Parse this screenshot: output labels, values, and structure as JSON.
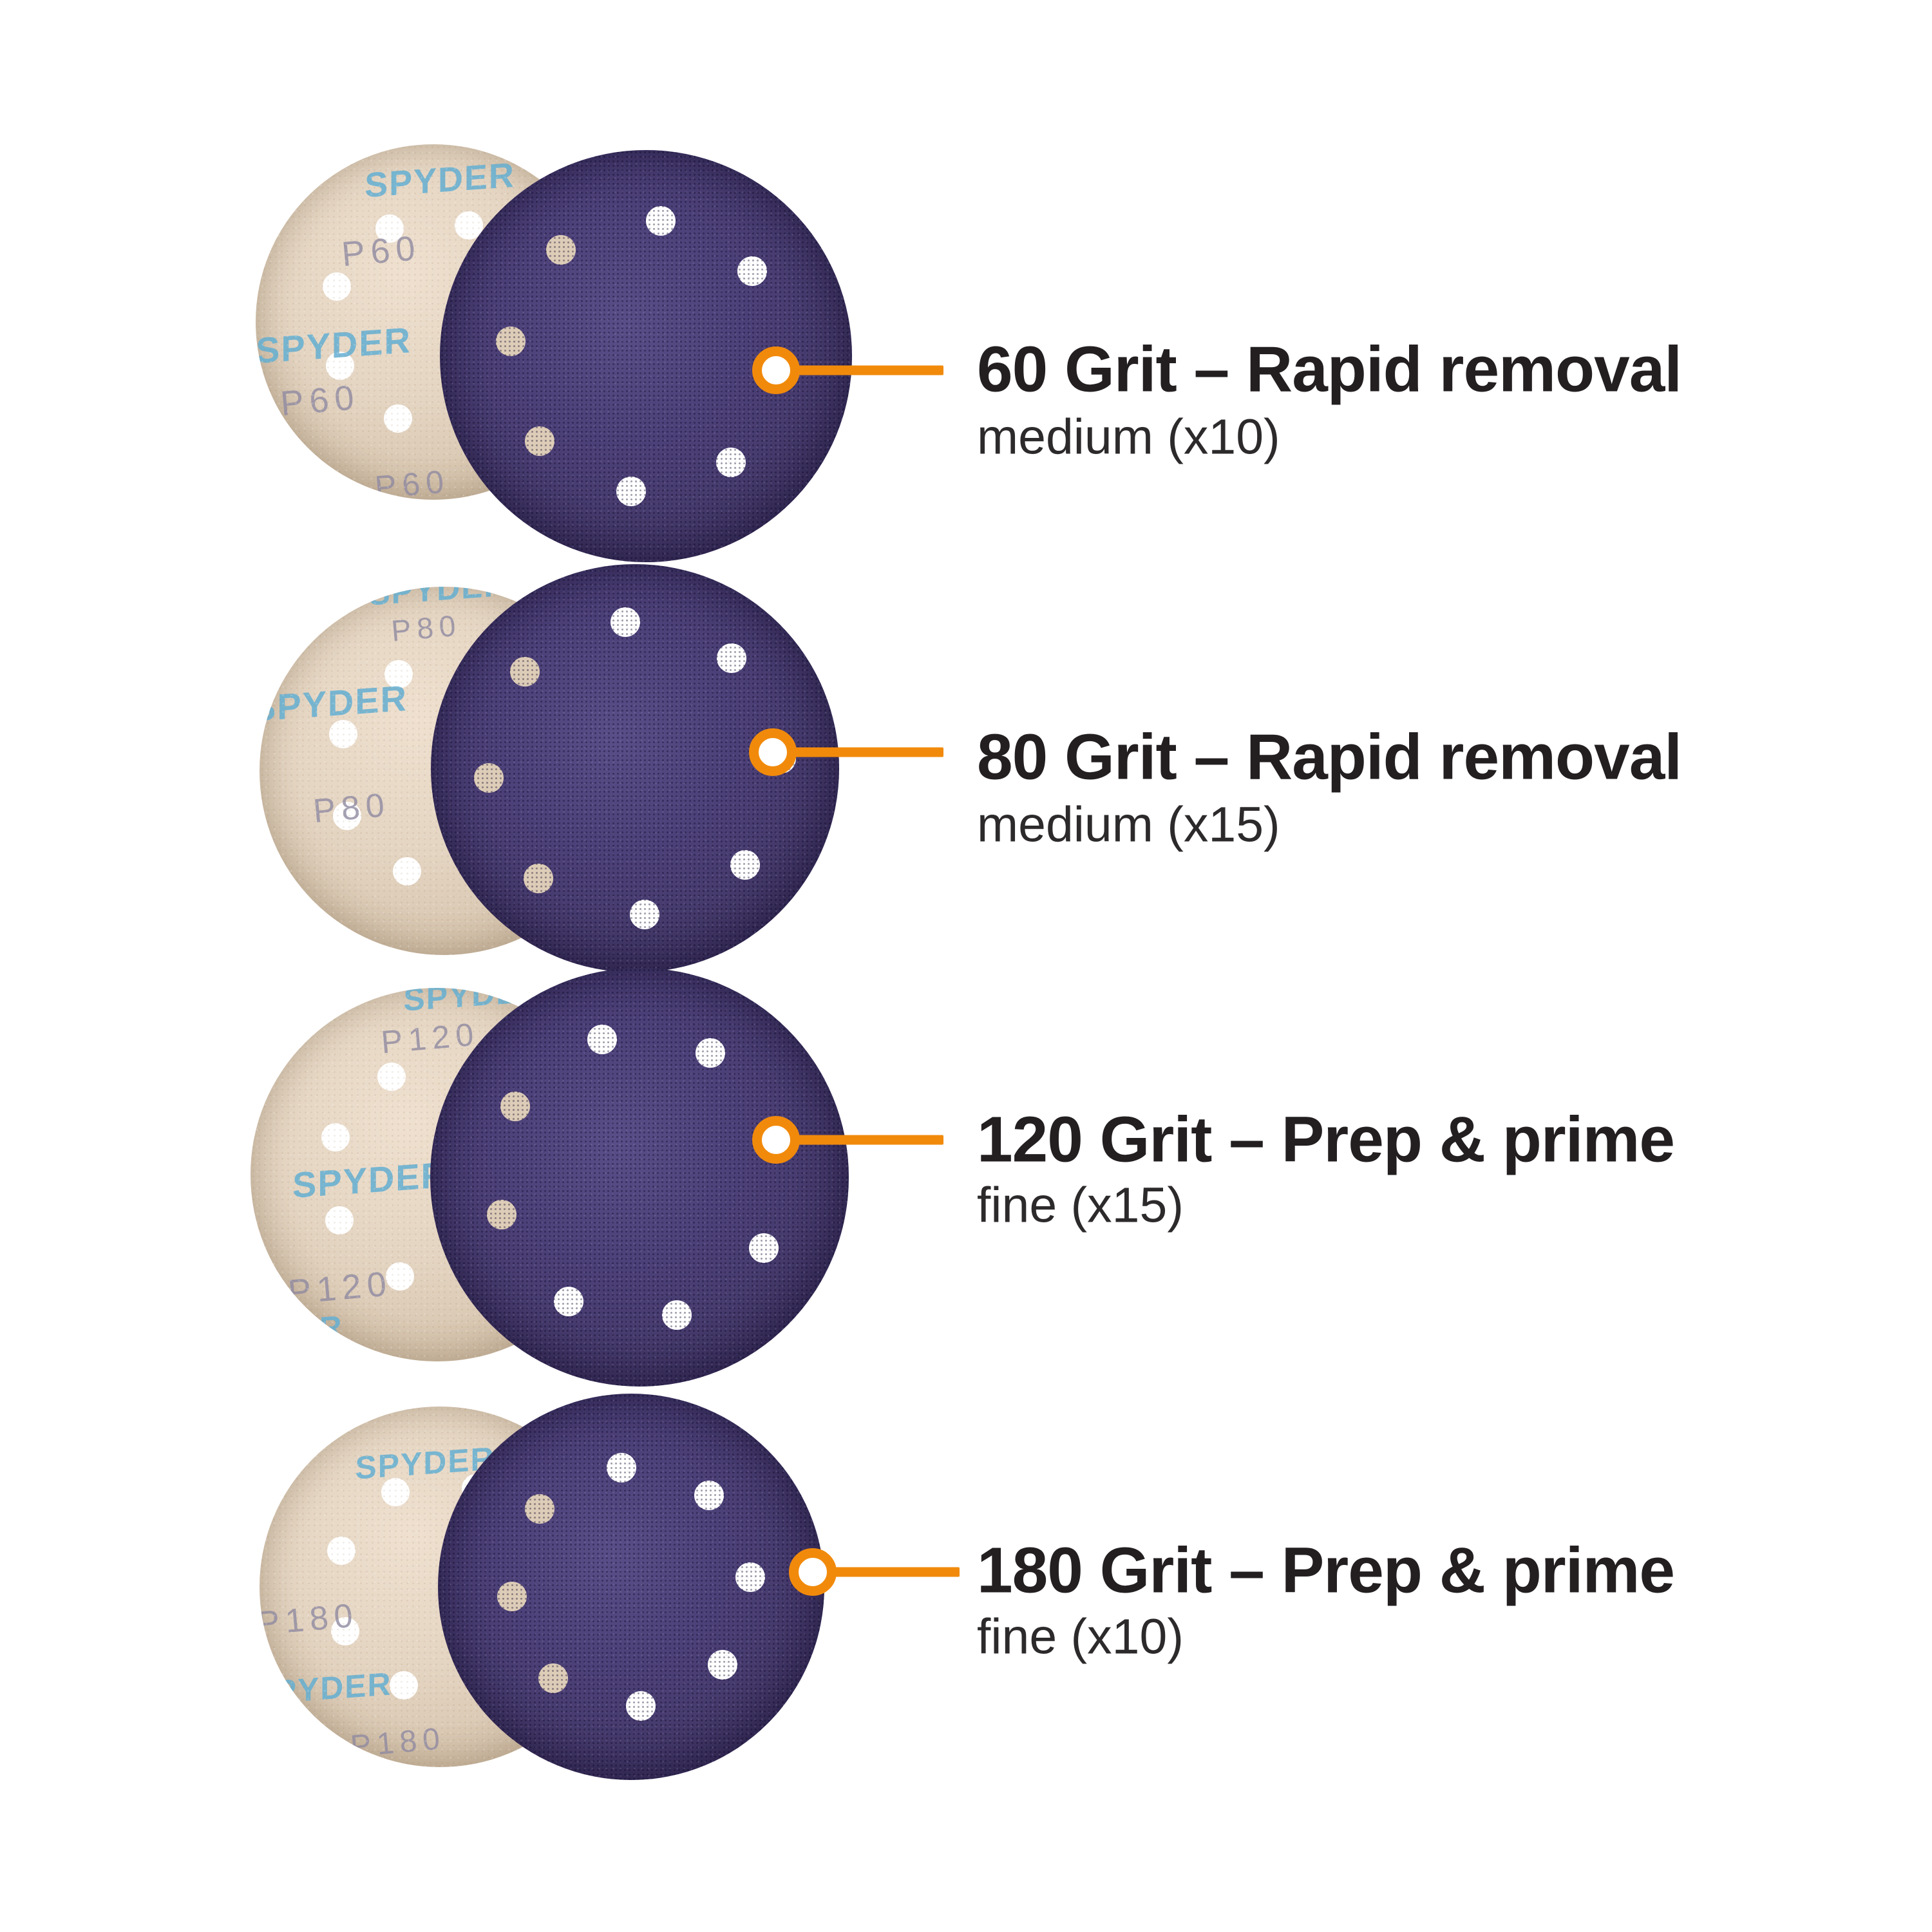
{
  "brand": "SPYDER",
  "colors": {
    "accent": "#F18A0B",
    "title": "#231F20",
    "subtitle": "#2D2A2B",
    "disc_purple": "#46396B",
    "disc_tan": "#E2D3C0",
    "brand_blue": "#63AFD3",
    "grit_gray": "#8F8AA2",
    "background": "#FFFFFF"
  },
  "rows": [
    {
      "grit_code": "P60",
      "title": "60 Grit – Rapid removal",
      "subtitle": "medium (x10)"
    },
    {
      "grit_code": "P80",
      "title": "80 Grit – Rapid removal",
      "subtitle": "medium (x15)"
    },
    {
      "grit_code": "P120",
      "title": "120 Grit – Prep & prime",
      "subtitle": "fine (x15)"
    },
    {
      "grit_code": "P180",
      "title": "180 Grit – Prep & prime",
      "subtitle": "fine (x10)"
    }
  ]
}
